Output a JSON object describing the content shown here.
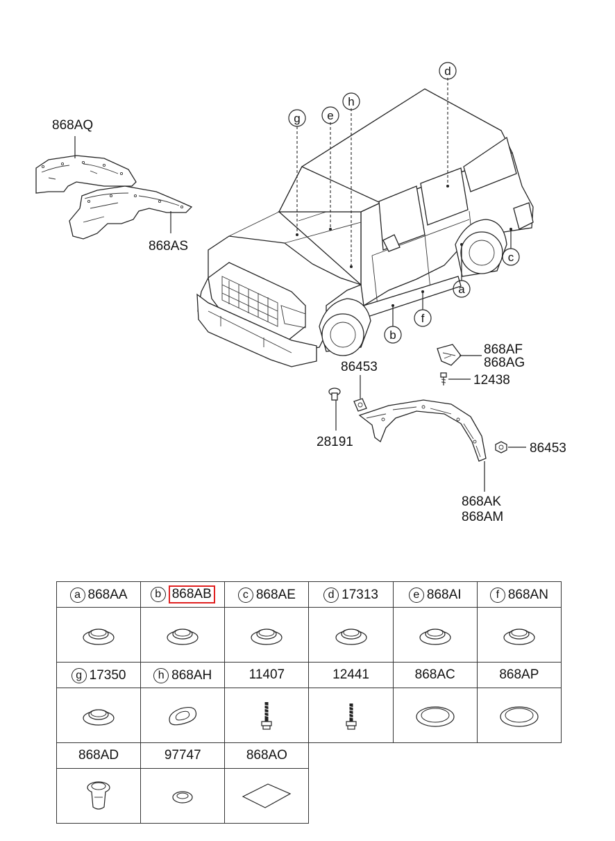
{
  "callouts": {
    "part_868AQ": "868AQ",
    "part_868AS": "868AS",
    "part_868AF": "868AF",
    "part_868AG": "868AG",
    "part_12438": "12438",
    "part_86453_a": "86453",
    "part_86453_b": "86453",
    "part_28191": "28191",
    "part_868AK": "868AK",
    "part_868AM": "868AM"
  },
  "locators": [
    "a",
    "b",
    "c",
    "d",
    "e",
    "f",
    "g",
    "h"
  ],
  "table": {
    "rows": [
      [
        {
          "letter": "a",
          "part": "868AA",
          "icon": "grommet-icon"
        },
        {
          "letter": "b",
          "part": "868AB",
          "icon": "grommet-icon",
          "highlighted": true
        },
        {
          "letter": "c",
          "part": "868AE",
          "icon": "grommet-icon"
        },
        {
          "letter": "d",
          "part": "17313",
          "icon": "grommet-icon"
        },
        {
          "letter": "e",
          "part": "868AI",
          "icon": "grommet-icon"
        },
        {
          "letter": "f",
          "part": "868AN",
          "icon": "grommet-icon"
        }
      ],
      [
        {
          "letter": "g",
          "part": "17350",
          "icon": "grommet-icon"
        },
        {
          "letter": "h",
          "part": "868AH",
          "icon": "oval-grommet-icon"
        },
        {
          "letter": "",
          "part": "11407",
          "icon": "bolt-icon"
        },
        {
          "letter": "",
          "part": "12441",
          "icon": "bolt-icon"
        },
        {
          "letter": "",
          "part": "868AC",
          "icon": "flat-plug-icon"
        },
        {
          "letter": "",
          "part": "868AP",
          "icon": "flat-plug-icon"
        }
      ],
      [
        {
          "letter": "",
          "part": "868AD",
          "icon": "push-clip-icon"
        },
        {
          "letter": "",
          "part": "97747",
          "icon": "small-ring-icon"
        },
        {
          "letter": "",
          "part": "868AO",
          "icon": "pad-icon"
        }
      ]
    ]
  },
  "colors": {
    "highlight": "#e02020",
    "line": "#222222"
  }
}
